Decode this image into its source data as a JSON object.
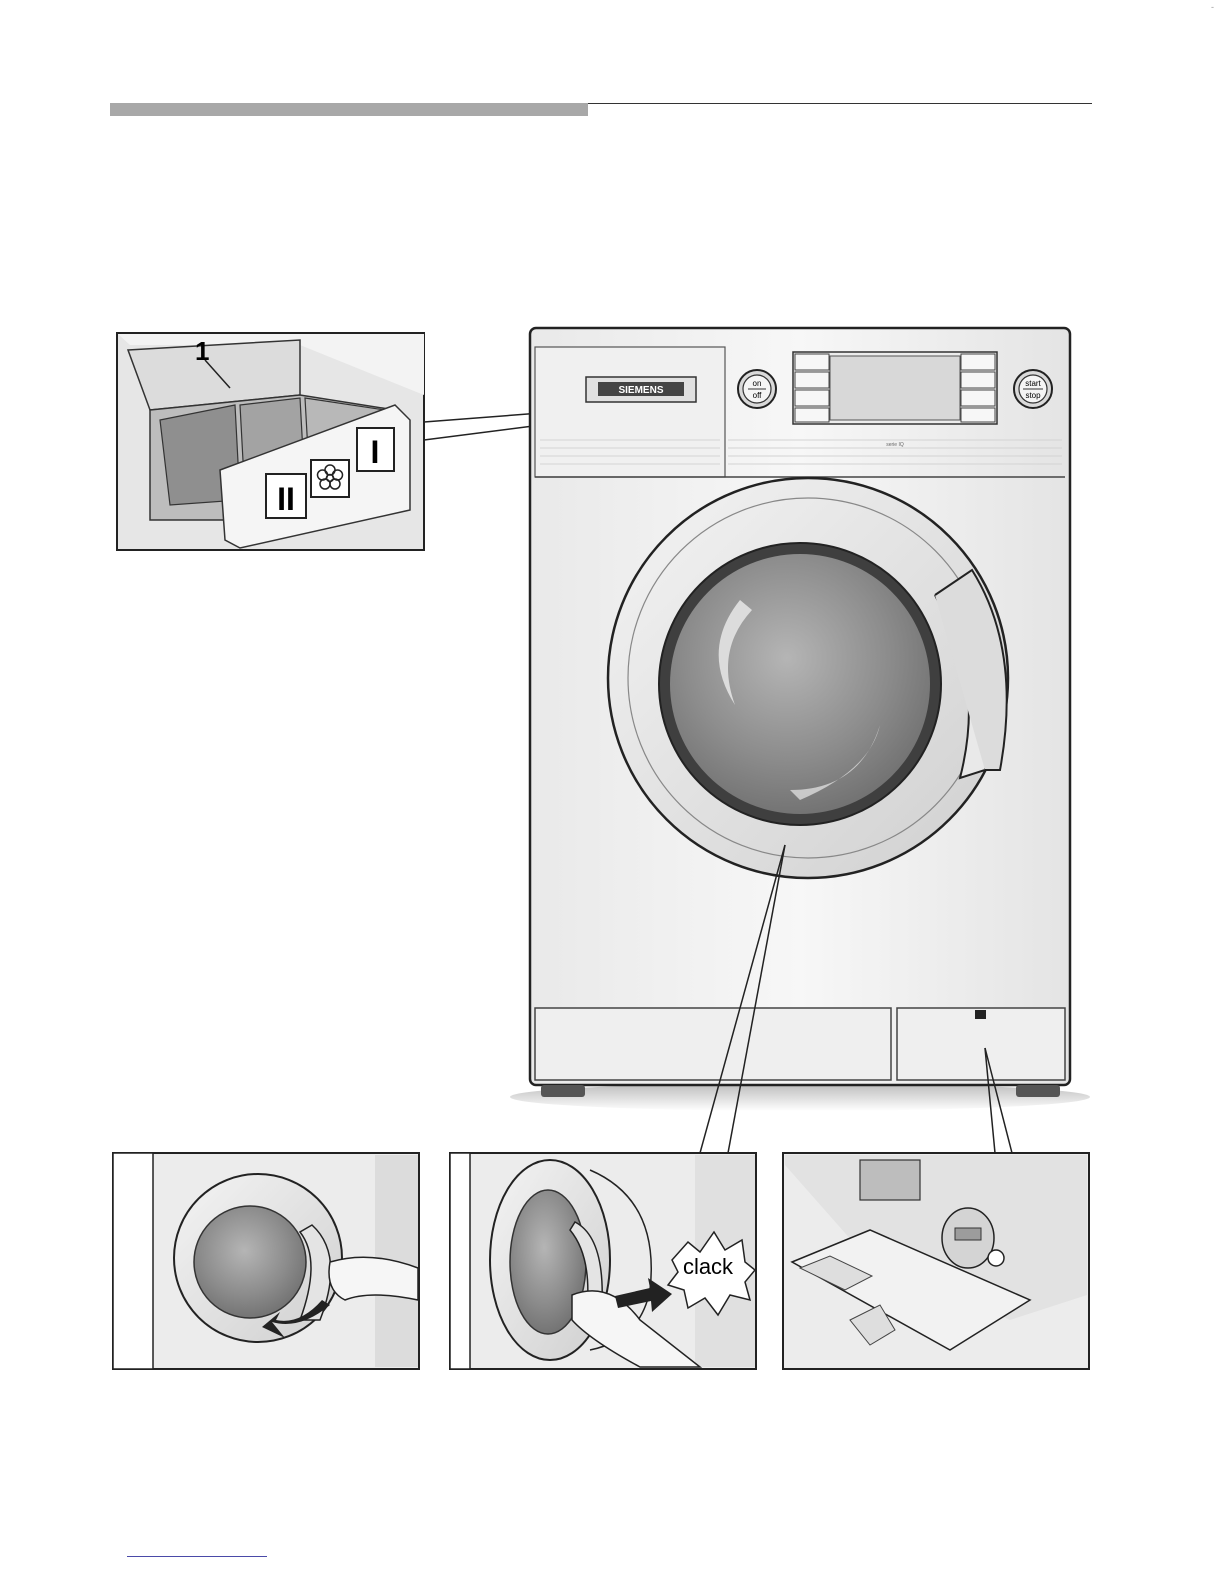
{
  "header": {
    "section_bar": "",
    "corner_mark": "-"
  },
  "detail_drawer": {
    "callout_number": "1",
    "compartment_I": "I",
    "compartment_II": "II",
    "softener_icon": "flower-icon"
  },
  "machine": {
    "brand": "SIEMENS",
    "on_off_top": "on",
    "on_off_bottom": "off",
    "start_stop_top": "start",
    "start_stop_bottom": "stop",
    "series_label": "serie IQ"
  },
  "door_close_panel": {
    "sound_word": "clack"
  },
  "colors": {
    "rule_bar": "#a8a8a8",
    "outline": "#222222",
    "body": "#f2f2f2",
    "glass": "#8a8a8a",
    "footer_link": "#4a4aa8"
  }
}
